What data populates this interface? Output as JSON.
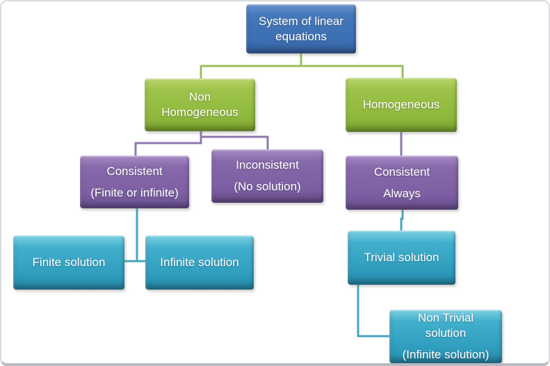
{
  "diagram": {
    "type": "hierarchy-flowchart",
    "topic": "Classification of systems of linear equations"
  },
  "colors": {
    "node_blue": "#3E6FB3",
    "node_green": "#8FB83C",
    "node_purple": "#7C5FA2",
    "node_cyan": "#2F9DBD",
    "connector_green": "#9cbc59",
    "connector_purple": "#8e77ae",
    "connector_teal": "#45a5be",
    "text": "#FFFFFF"
  },
  "nodes": {
    "root": {
      "label": "System of linear\nequations"
    },
    "non_homogeneous": {
      "label": "Non\nHomogeneous"
    },
    "homogeneous": {
      "label": "Homogeneous"
    },
    "consistent_non_homogeneous": {
      "label": "Consistent",
      "sublabel": "(Finite or infinite)"
    },
    "inconsistent": {
      "label": "Inconsistent",
      "sublabel": "(No solution)"
    },
    "consistent_always": {
      "label": "Consistent",
      "sublabel": "Always"
    },
    "finite_solution": {
      "label": "Finite solution"
    },
    "infinite_solution": {
      "label": "Infinite solution"
    },
    "trivial_solution": {
      "label": "Trivial solution"
    },
    "non_trivial_solution": {
      "label": "Non Trivial\nsolution",
      "sublabel": "(Infinite solution)"
    }
  },
  "edges": [
    {
      "from": "root",
      "to": "non_homogeneous"
    },
    {
      "from": "root",
      "to": "homogeneous"
    },
    {
      "from": "non_homogeneous",
      "to": "consistent_non_homogeneous"
    },
    {
      "from": "non_homogeneous",
      "to": "inconsistent"
    },
    {
      "from": "consistent_non_homogeneous",
      "to": "finite_solution"
    },
    {
      "from": "consistent_non_homogeneous",
      "to": "infinite_solution"
    },
    {
      "from": "homogeneous",
      "to": "consistent_always"
    },
    {
      "from": "consistent_always",
      "to": "trivial_solution"
    },
    {
      "from": "trivial_solution",
      "to": "non_trivial_solution"
    }
  ]
}
